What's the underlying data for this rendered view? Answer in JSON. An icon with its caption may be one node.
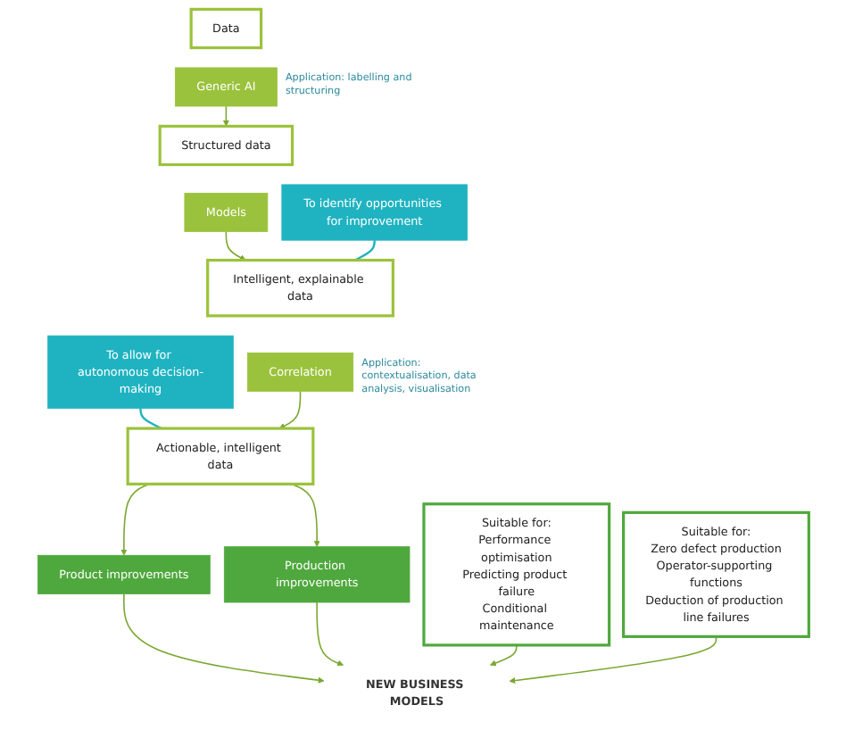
{
  "diagram": {
    "nodes": [
      {
        "text": [
          "Data"
        ]
      },
      {
        "text": [
          "Generic AI"
        ],
        "beside": [
          "Application: labelling and structuring"
        ]
      },
      {
        "text": [
          "Structured data"
        ]
      },
      {
        "text": [
          "Models"
        ]
      },
      {
        "text": [
          "Intelligent, explainable data"
        ]
      },
      {
        "text": [
          "Correlation"
        ],
        "beside": [
          "Application: contextualisation, data analysis, visualisation"
        ]
      },
      {
        "text": [
          "Actionable, intelligent data"
        ]
      },
      {
        "text": [
          "Product improvements"
        ]
      },
      {
        "text": [
          "Production improvements"
        ]
      },
      {
        "text": [
          "NEW BUSINESS MODELS"
        ]
      },
      {
        "text": [
          "To identify opportunities for improvement"
        ]
      },
      {
        "text": [
          "To allow for autonomous decision-making"
        ]
      },
      {
        "text": [
          "Suitable for:",
          "Performance optimisation",
          "Predicting product failure",
          "Conditional maintenance"
        ]
      },
      {
        "text": [
          "Suitable for:",
          "Zero defect production",
          "Operator-supporting functions",
          "Deduction of production line failures"
        ]
      }
    ],
    "edges": [
      {
        "from": 1,
        "to": 2,
        "arrow": "to"
      },
      {
        "from": 3,
        "to": 4,
        "arrow": "to"
      },
      {
        "from": 11,
        "to": 6,
        "arrow": "none",
        "color": "#1fb3c1"
      },
      {
        "from": 5,
        "to": 6,
        "arrow": "to"
      },
      {
        "from": 6,
        "to": 7,
        "arrow": "to"
      },
      {
        "from": 6,
        "to": 8,
        "arrow": "to"
      },
      {
        "from": 7,
        "to": 9,
        "arrow": "to"
      },
      {
        "from": 8,
        "to": 9,
        "arrow": "to"
      },
      {
        "from": 12,
        "to": 9,
        "arrow": "to"
      },
      {
        "from": 13,
        "to": 9,
        "arrow": "to"
      },
      {
        "from": 10,
        "to": 4,
        "arrow": "none",
        "color": "#1fb3c1"
      }
    ]
  }
}
